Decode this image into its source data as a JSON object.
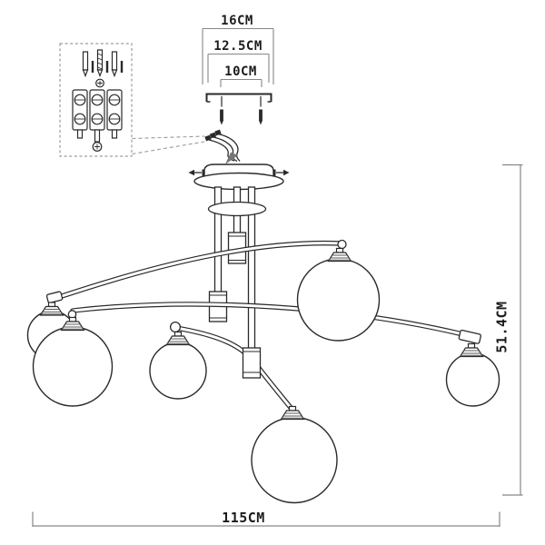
{
  "drawing": {
    "labels": {
      "mount_width_outer": "16CM",
      "mount_width_mid": "12.5CM",
      "mount_width_inner": "10CM",
      "fixture_height": "51.4CM",
      "fixture_width": "115CM"
    },
    "colors": {
      "outline": "#2a2a2a",
      "dimension_line": "#878787",
      "dashed_detail": "#9b9b9b",
      "label_text": "#1c1c1c",
      "background": "#ffffff"
    },
    "globe_count": 6
  }
}
